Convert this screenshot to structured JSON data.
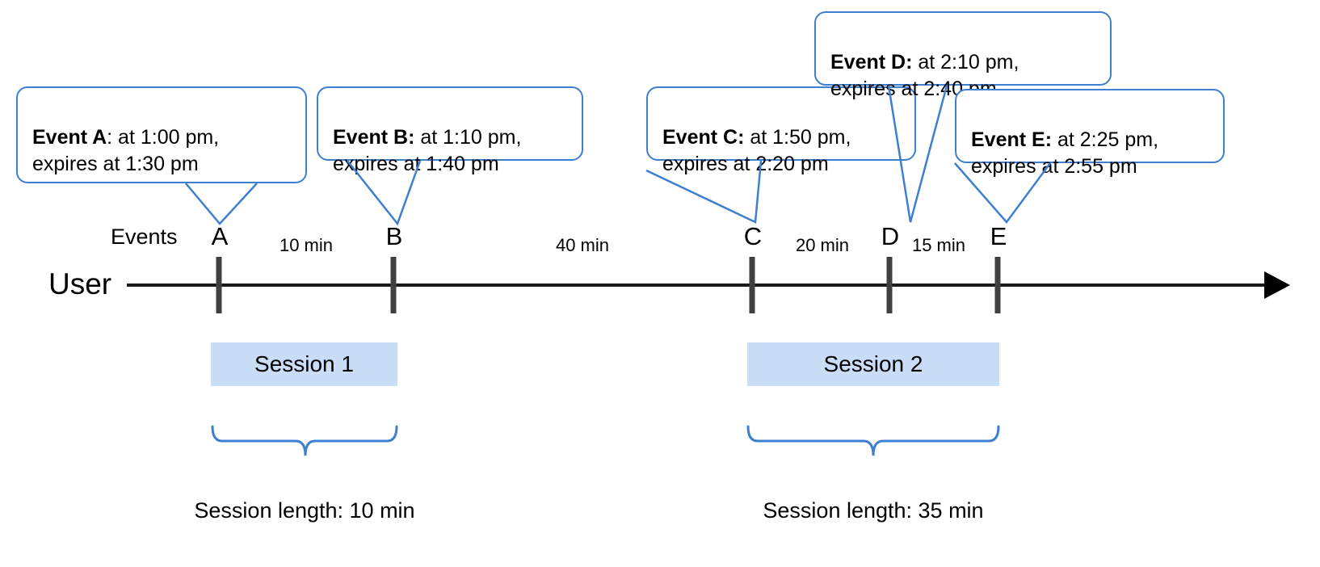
{
  "diagram": {
    "title_row_label": "Events",
    "lane_label": "User",
    "callouts": [
      {
        "id": "A",
        "bold": "Event A",
        "rest": ": at 1:00 pm,\nexpires at 1:30 pm",
        "event_time": "1:00 pm",
        "expiry_time": "1:30 pm"
      },
      {
        "id": "B",
        "bold": "Event B:",
        "rest": " at 1:10 pm,\nexpires at 1:40 pm",
        "event_time": "1:10 pm",
        "expiry_time": "1:40 pm"
      },
      {
        "id": "C",
        "bold": "Event C:",
        "rest": " at 1:50 pm,\nexpires at 2:20 pm",
        "event_time": "1:50 pm",
        "expiry_time": "2:20 pm"
      },
      {
        "id": "D",
        "bold": "Event D:",
        "rest": " at 2:10 pm,\nexpires at 2:40 pm",
        "event_time": "2:10 pm",
        "expiry_time": "2:40 pm"
      },
      {
        "id": "E",
        "bold": "Event E:",
        "rest": " at 2:25 pm,\nexpires at 2:55 pm",
        "event_time": "2:25 pm",
        "expiry_time": "2:55 pm"
      }
    ],
    "markers": [
      {
        "label": "A"
      },
      {
        "label": "B"
      },
      {
        "label": "C"
      },
      {
        "label": "D"
      },
      {
        "label": "E"
      }
    ],
    "intervals": [
      {
        "label": "10 min",
        "from": "A",
        "to": "B"
      },
      {
        "label": "40 min",
        "from": "B",
        "to": "C"
      },
      {
        "label": "20 min",
        "from": "C",
        "to": "D"
      },
      {
        "label": "15 min",
        "from": "D",
        "to": "E"
      }
    ],
    "sessions": [
      {
        "name": "Session 1",
        "length_label": "Session length: 10 min"
      },
      {
        "name": "Session 2",
        "length_label": "Session length: 35 min"
      }
    ],
    "colors": {
      "callout_border": "#3f7fcf",
      "brace": "#3f7fcf",
      "session_fill": "#c9ddf7",
      "axis": "#1a1a1a",
      "marker": "#404040",
      "text": "#000000"
    }
  }
}
